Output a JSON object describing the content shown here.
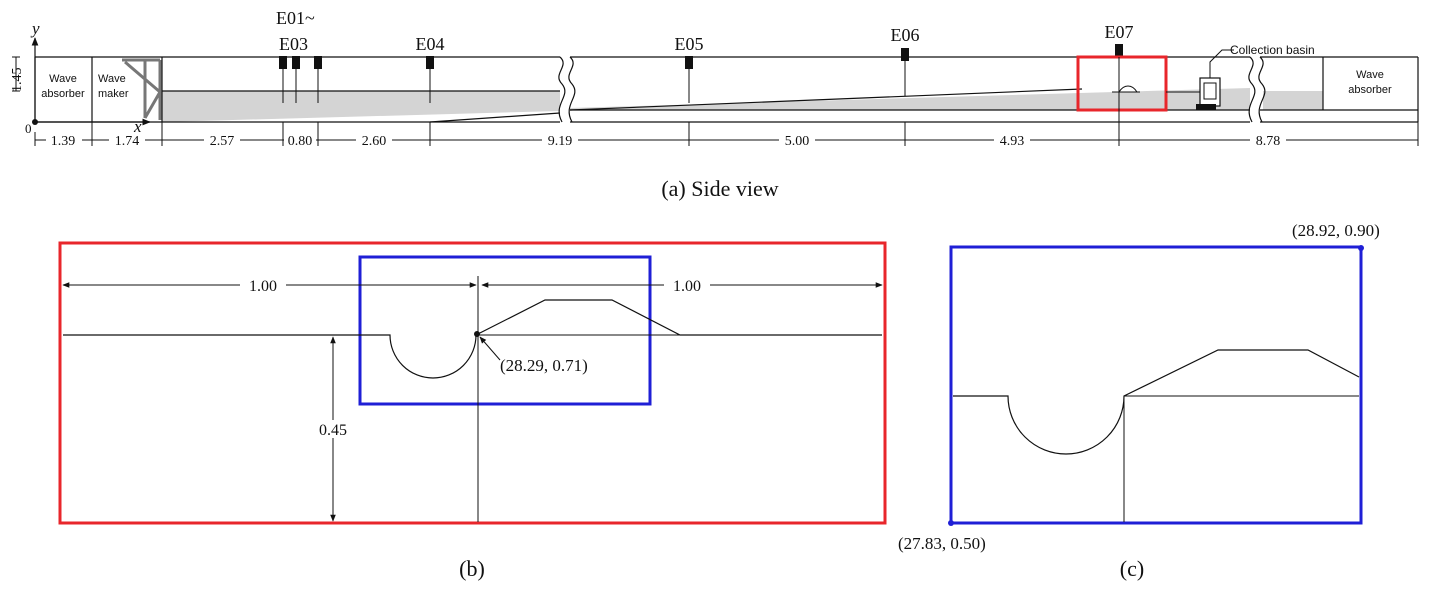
{
  "side_view": {
    "caption": "(a) Side view",
    "axis_x": "x",
    "axis_y": "y",
    "origin": "0",
    "height_label": "1.45",
    "labels": {
      "wave_absorber_left": [
        "Wave",
        "absorber"
      ],
      "wave_maker": [
        "Wave",
        "maker"
      ],
      "wave_absorber_right": [
        "Wave",
        "absorber"
      ],
      "collection_basin": "Collection basin"
    },
    "gauges": {
      "e01_e03_top": "E01~",
      "e01_e03_bottom": "E03",
      "e04": "E04",
      "e05": "E05",
      "e06": "E06",
      "e07": "E07"
    },
    "dimensions": [
      "1.39",
      "1.74",
      "2.57",
      "0.80",
      "2.60",
      "9.19",
      "5.00",
      "4.93",
      "8.78"
    ]
  },
  "detail_b": {
    "caption": "(b)",
    "dim_left": "1.00",
    "dim_right": "1.00",
    "depth": "0.45",
    "point_label": "(28.29, 0.71)"
  },
  "detail_c": {
    "caption": "(c)",
    "top_right": "(28.92, 0.90)",
    "bottom_left": "(27.83, 0.50)"
  },
  "colors": {
    "highlight_red": "#e8262b",
    "highlight_blue": "#1f1fd6",
    "water_fill": "#d4d4d4"
  }
}
